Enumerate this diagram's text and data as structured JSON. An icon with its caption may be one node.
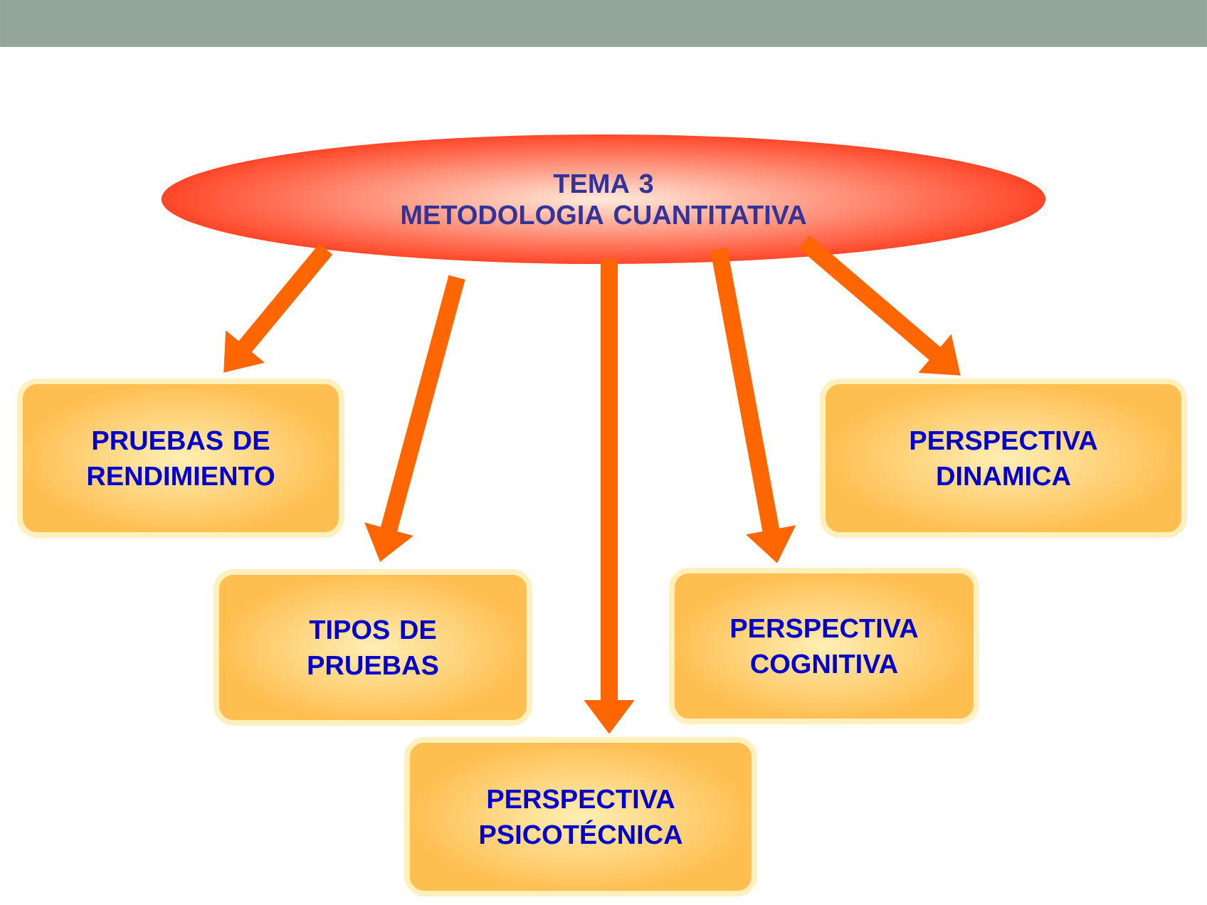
{
  "diagram": {
    "nodes": [
      {
        "text": [
          "TEMA 3",
          "METODOLOGIA CUANTITATIVA"
        ]
      },
      {
        "text": [
          "PRUEBAS DE RENDIMIENTO"
        ]
      },
      {
        "text": [
          "TIPOS DE PRUEBAS"
        ]
      },
      {
        "text": [
          "PERSPECTIVA PSICOTÉCNICA"
        ]
      },
      {
        "text": [
          "PERSPECTIVA COGNITIVA"
        ]
      },
      {
        "text": [
          "PERSPECTIVA DINAMICA"
        ]
      }
    ],
    "edges": [
      {
        "from": 0,
        "to": 1,
        "arrow": "to"
      },
      {
        "from": 0,
        "to": 2,
        "arrow": "to"
      },
      {
        "from": 0,
        "to": 3,
        "arrow": "to"
      },
      {
        "from": 0,
        "to": 4,
        "arrow": "to"
      },
      {
        "from": 0,
        "to": 5,
        "arrow": "to"
      }
    ]
  }
}
